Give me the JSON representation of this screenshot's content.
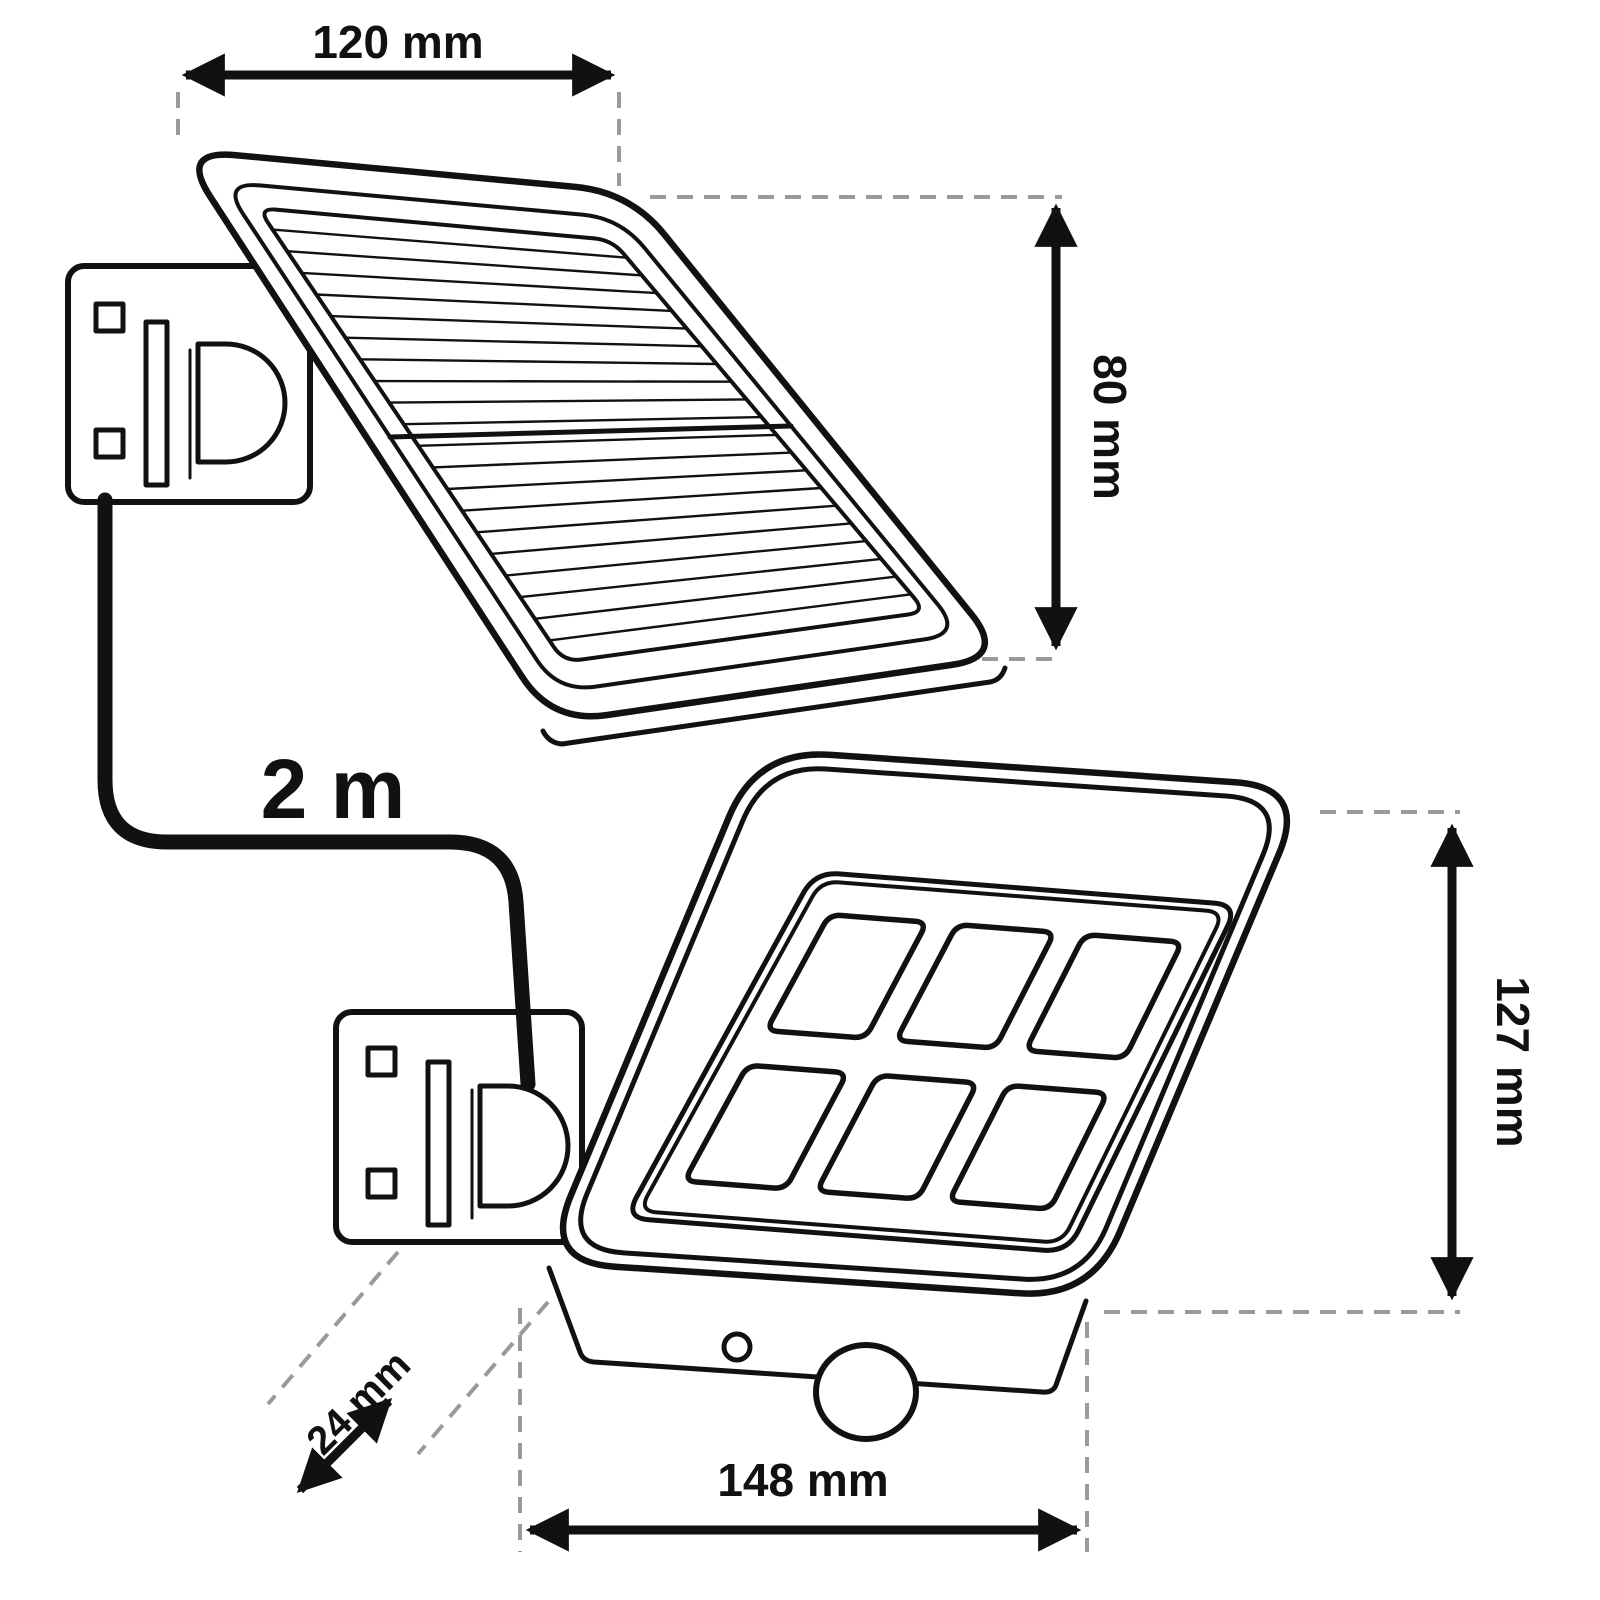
{
  "diagram": {
    "background": "#ffffff",
    "line_color": "#111111",
    "guide_color": "#9a9a9a",
    "led_window_count": 6,
    "components": [
      "solar-panel",
      "solar-panel-wall-bracket",
      "connection-cable",
      "led-floodlight",
      "floodlight-wall-bracket",
      "pir-motion-sensor"
    ]
  },
  "labels": {
    "solar_panel_width": "120 mm",
    "solar_panel_height": "80 mm",
    "cable_length": "2 m",
    "floodlight_height": "127 mm",
    "floodlight_width": "148 mm",
    "floodlight_depth": "24 mm"
  }
}
